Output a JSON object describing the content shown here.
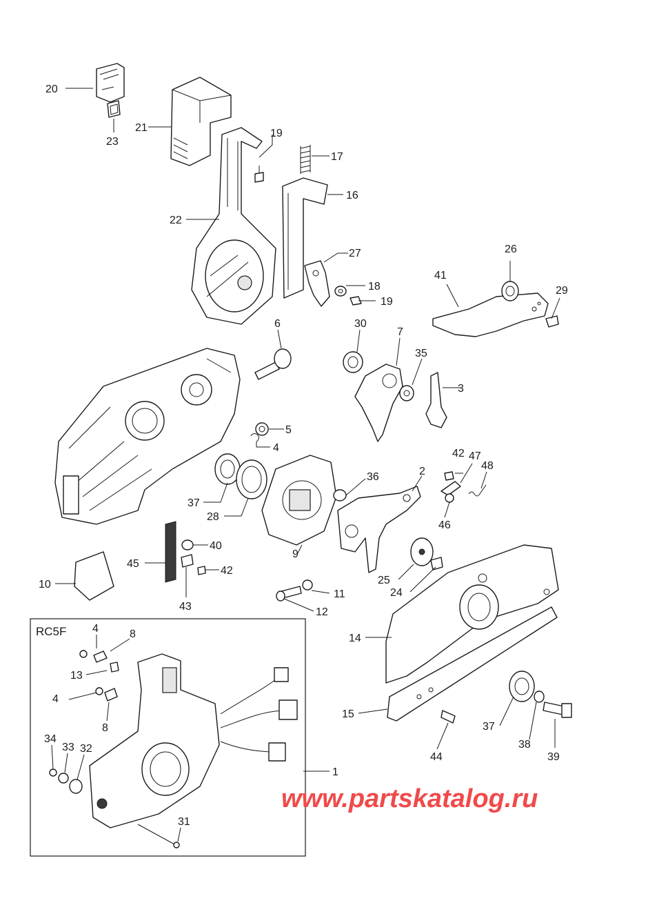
{
  "diagram": {
    "inset_title": "RC5F",
    "watermark": "www.partskatalog.ru",
    "callouts": [
      {
        "id": "c20",
        "text": "20"
      },
      {
        "id": "c23",
        "text": "23"
      },
      {
        "id": "c21",
        "text": "21"
      },
      {
        "id": "c19a",
        "text": "19"
      },
      {
        "id": "c17",
        "text": "17"
      },
      {
        "id": "c16",
        "text": "16"
      },
      {
        "id": "c22",
        "text": "22"
      },
      {
        "id": "c27",
        "text": "27"
      },
      {
        "id": "c18",
        "text": "18"
      },
      {
        "id": "c19b",
        "text": "19"
      },
      {
        "id": "c26",
        "text": "26"
      },
      {
        "id": "c41",
        "text": "41"
      },
      {
        "id": "c29",
        "text": "29"
      },
      {
        "id": "c6",
        "text": "6"
      },
      {
        "id": "c30",
        "text": "30"
      },
      {
        "id": "c7",
        "text": "7"
      },
      {
        "id": "c35",
        "text": "35"
      },
      {
        "id": "c3",
        "text": "3"
      },
      {
        "id": "c5",
        "text": "5"
      },
      {
        "id": "c4a",
        "text": "4"
      },
      {
        "id": "c42a",
        "text": "42"
      },
      {
        "id": "c47",
        "text": "47"
      },
      {
        "id": "c48",
        "text": "48"
      },
      {
        "id": "c36",
        "text": "36"
      },
      {
        "id": "c2",
        "text": "2"
      },
      {
        "id": "c37a",
        "text": "37"
      },
      {
        "id": "c28",
        "text": "28"
      },
      {
        "id": "c46",
        "text": "46"
      },
      {
        "id": "c40",
        "text": "40"
      },
      {
        "id": "c9",
        "text": "9"
      },
      {
        "id": "c45",
        "text": "45"
      },
      {
        "id": "c42b",
        "text": "42"
      },
      {
        "id": "c25",
        "text": "25"
      },
      {
        "id": "c24",
        "text": "24"
      },
      {
        "id": "c10",
        "text": "10"
      },
      {
        "id": "c43",
        "text": "43"
      },
      {
        "id": "c11",
        "text": "11"
      },
      {
        "id": "c12",
        "text": "12"
      },
      {
        "id": "c14",
        "text": "14"
      },
      {
        "id": "c4b",
        "text": "4"
      },
      {
        "id": "c8a",
        "text": "8"
      },
      {
        "id": "c13",
        "text": "13"
      },
      {
        "id": "c4c",
        "text": "4"
      },
      {
        "id": "c8b",
        "text": "8"
      },
      {
        "id": "c15",
        "text": "15"
      },
      {
        "id": "c34",
        "text": "34"
      },
      {
        "id": "c33",
        "text": "33"
      },
      {
        "id": "c32",
        "text": "32"
      },
      {
        "id": "c1",
        "text": "1"
      },
      {
        "id": "c37b",
        "text": "37"
      },
      {
        "id": "c38",
        "text": "38"
      },
      {
        "id": "c39",
        "text": "39"
      },
      {
        "id": "c44",
        "text": "44"
      },
      {
        "id": "c31",
        "text": "31"
      }
    ]
  }
}
